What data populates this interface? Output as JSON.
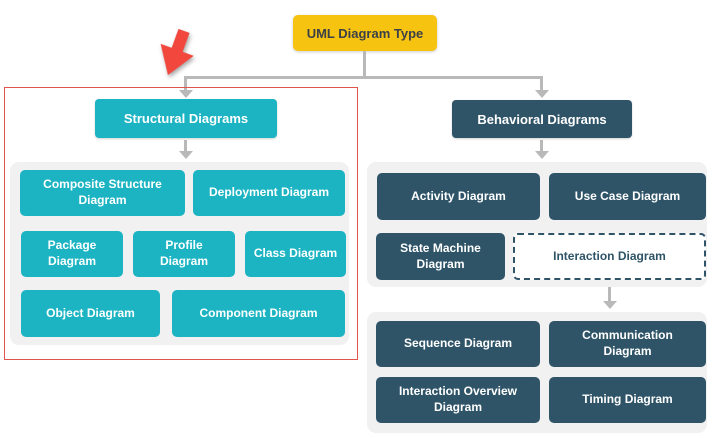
{
  "title": {
    "label": "UML Diagram Type"
  },
  "colors": {
    "yellow": "#F7C311",
    "teal": "#1CB4C3",
    "slate": "#2F5468",
    "red_border": "#E0564D",
    "red_arrow": "#F2473C",
    "connector": "#B9B9B9",
    "container_bg": "#F1F1F2",
    "title_text": "#3A4148",
    "white": "#FFFFFF"
  },
  "annotations": {
    "red_arrow_icon": "red-arrow-pointing-to-structural-section",
    "highlight_box": "red-outline-around-structural-section"
  },
  "structural": {
    "label": "Structural Diagrams",
    "items": [
      {
        "label": "Composite Structure Diagram"
      },
      {
        "label": "Deployment Diagram"
      },
      {
        "label": "Package Diagram"
      },
      {
        "label": "Profile Diagram"
      },
      {
        "label": "Class Diagram"
      },
      {
        "label": "Object Diagram"
      },
      {
        "label": "Component Diagram"
      }
    ]
  },
  "behavioral": {
    "label": "Behavioral Diagrams",
    "items": [
      {
        "label": "Activity Diagram"
      },
      {
        "label": "Use Case Diagram"
      },
      {
        "label": "State Machine Diagram"
      },
      {
        "label": "Interaction Diagram",
        "style": "dashed"
      }
    ],
    "interaction_children": [
      {
        "label": "Sequence Diagram"
      },
      {
        "label": "Communication Diagram"
      },
      {
        "label": "Interaction Overview Diagram"
      },
      {
        "label": "Timing Diagram"
      }
    ]
  }
}
